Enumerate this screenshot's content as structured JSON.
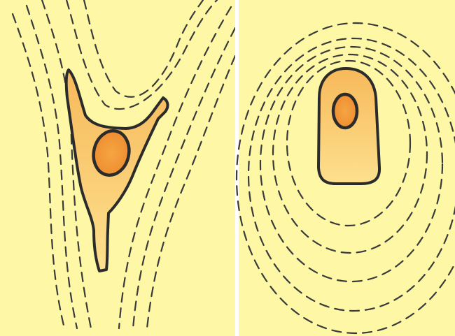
{
  "panels": [
    {
      "id": "left",
      "cell_shape": "branched-fibroblast",
      "panel_fill": "#fdf7a6",
      "cell_fill": "#f9c366",
      "nucleus_fill": "#f39a3a"
    },
    {
      "id": "right",
      "cell_shape": "rounded-compact",
      "panel_fill": "#fdf7a6",
      "cell_fill": "#f9c366",
      "nucleus_fill": "#f39a3a"
    }
  ],
  "gap_color": "#ffffff"
}
